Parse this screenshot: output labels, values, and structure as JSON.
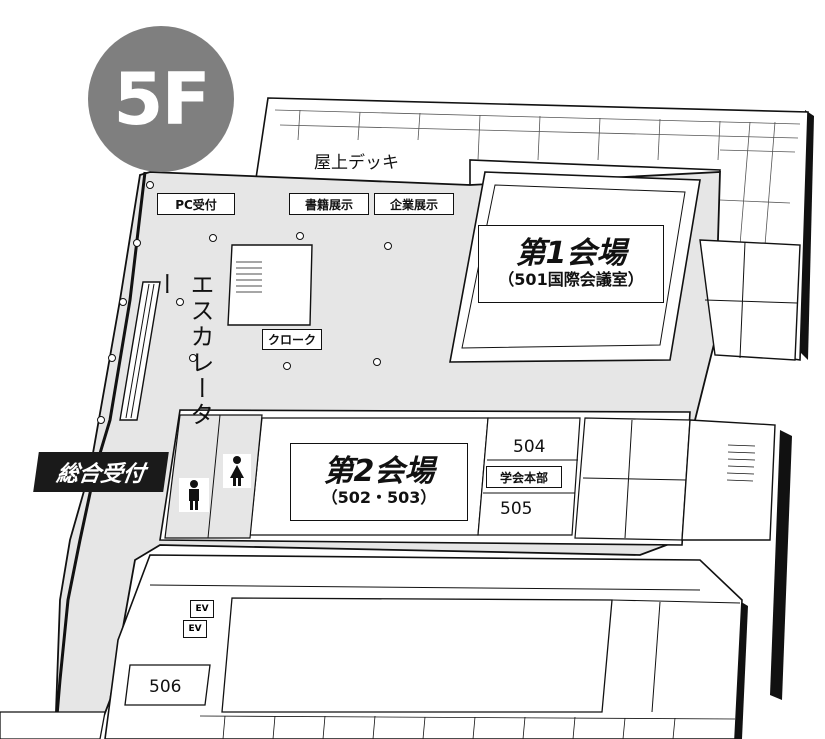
{
  "floor": {
    "label": "5F"
  },
  "areas": {
    "rooftop_deck": "屋上デッキ",
    "pc_reception": "PC受付",
    "book_exhibit": "書籍展示",
    "company_exhibit": "企業展示",
    "escalator": "エスカレーター",
    "cloak": "クローク",
    "general_reception": "総合受付"
  },
  "halls": {
    "hall1": {
      "title": "第1会場",
      "subtitle": "（501国際会議室）"
    },
    "hall2": {
      "title": "第2会場",
      "subtitle": "（502・503）"
    }
  },
  "rooms": {
    "r504": "504",
    "hq": "学会本部",
    "r505": "505",
    "r506": "506"
  },
  "elevators": [
    "EV",
    "EV"
  ],
  "icons": [
    "male-restroom-icon",
    "female-restroom-icon"
  ],
  "colors": {
    "badge": "#7f7f7f",
    "floor_fill": "#e6e6e6",
    "wall": "#111111"
  }
}
